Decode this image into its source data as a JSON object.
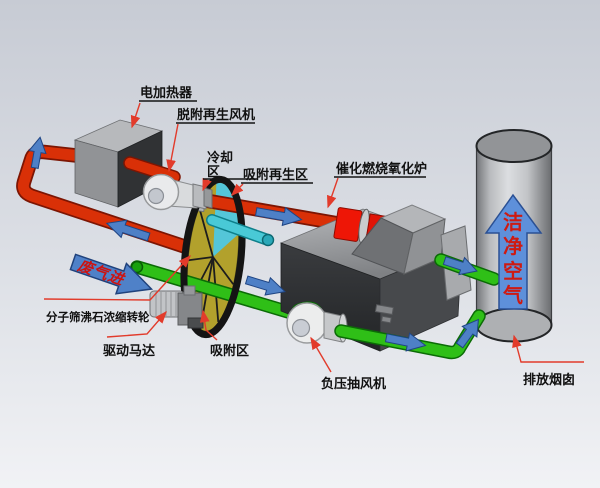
{
  "labels": {
    "heater": "电加热器",
    "desorption_fan": "脱附再生风机",
    "cooling_zone_line1": "冷却",
    "cooling_zone_line2": "区",
    "regeneration_zone": "吸附再生区",
    "furnace": "催化燃烧氧化炉",
    "rotor": "分子筛沸石浓缩转轮",
    "drive_motor": "驱动马达",
    "adsorption_zone": "吸附区",
    "exhaust_fan": "负压抽风机",
    "stack": "排放烟囱"
  },
  "flow_text": {
    "waste_gas_in": "废气进",
    "clean_air": [
      "洁",
      "净",
      "空",
      "气"
    ]
  },
  "colors": {
    "hot_air_pipe": "#d93007",
    "clean_air_pipe": "#2fbf17",
    "cooling_pipe": "#49c9d6",
    "rotor_adsorption_sector": "#b2a12c",
    "rotor_cooling_sector": "#54c6d8",
    "flow_arrow_blue": "#4e80c6",
    "annotation_red": "#e23b2b",
    "label_text": "#111111",
    "flow_text_red": "#cc1310"
  }
}
